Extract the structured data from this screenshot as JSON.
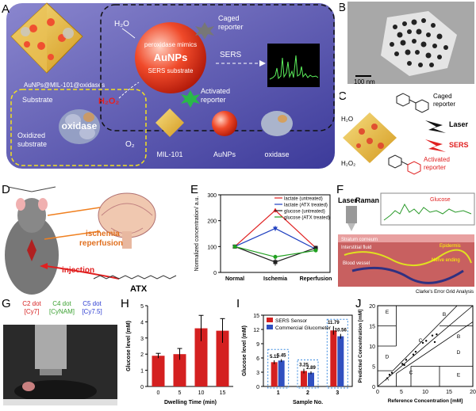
{
  "panel_letters": [
    "A",
    "B",
    "C",
    "D",
    "E",
    "F",
    "G",
    "H",
    "I",
    "J"
  ],
  "panelA": {
    "mof_label": "AuNPs@MIL-101@oxidases",
    "h2o": "H₂O",
    "peroxidase": "peroxidase mimics",
    "aunps": "AuNPs",
    "sers_substrate": "SERS substrate",
    "caged": "Caged\nreporter",
    "sers": "SERS",
    "activated": "Activated\nreporter",
    "h2o2": "H₂O₂",
    "substrate": "Substrate",
    "oxidase": "oxidase",
    "oxidized": "Oxidized\nsubstrate",
    "o2": "O₂",
    "legend": [
      "MIL-101",
      "AuNPs",
      "oxidase"
    ]
  },
  "panelB": {
    "scale": "100 nm"
  },
  "panelC": {
    "caged": "Caged\nreporter",
    "laser": "Laser",
    "sers": "SERS",
    "activated": "Activated\nreporter",
    "h2o": "H₂O",
    "h2o2": "H₂O₂"
  },
  "panelD": {
    "ischemia": "ischemia\nreperfusion",
    "injection": "injection",
    "atx": "ATX"
  },
  "panelF": {
    "laser": "Laser",
    "raman": "Raman",
    "glucose": "Glucose",
    "stratum": "Stratum corneum",
    "interstitial": "Interstitial fluid",
    "blood": "Blood vessel",
    "epidermis": "Epidermis",
    "nerve": "Nerve ending",
    "clarke": "Clarke's Error Grid Analysis"
  },
  "panelG": {
    "dots": [
      {
        "name": "C2 dot",
        "tag": "[Cy7]",
        "color": "#d62020"
      },
      {
        "name": "C4 dot",
        "tag": "[CyNAM]",
        "color": "#3aa030"
      },
      {
        "name": "C5 dot",
        "tag": "[Cy7.5]",
        "color": "#2a3ad0"
      }
    ]
  },
  "chart_data": [
    {
      "id": "E",
      "type": "line",
      "categories": [
        "Normal",
        "Ischemia",
        "Reperfusion"
      ],
      "ylabel": "Normalized concentration/ a.u.",
      "ylim": [
        0,
        300
      ],
      "yticks": [
        0,
        100,
        200,
        300
      ],
      "series": [
        {
          "name": "lactate (untreated)",
          "color": "#e02020",
          "marker": "triangle",
          "values": [
            100,
            240,
            95
          ]
        },
        {
          "name": "lactate (ATX treated)",
          "color": "#2040c0",
          "marker": "triangle-down",
          "values": [
            100,
            170,
            90
          ]
        },
        {
          "name": "glucose (untreated)",
          "color": "#202020",
          "marker": "square",
          "values": [
            100,
            40,
            95
          ]
        },
        {
          "name": "glucose (ATX treated)",
          "color": "#20a020",
          "marker": "circle",
          "values": [
            100,
            60,
            85
          ]
        }
      ],
      "errors": [
        [
          6,
          8,
          6
        ],
        [
          6,
          10,
          6
        ],
        [
          6,
          14,
          6
        ],
        [
          6,
          8,
          6
        ]
      ]
    },
    {
      "id": "H",
      "type": "bar",
      "categories": [
        "0",
        "5",
        "10",
        "15"
      ],
      "values": [
        1.9,
        2.0,
        3.6,
        3.45
      ],
      "errors": [
        0.15,
        0.35,
        0.8,
        0.75
      ],
      "xlabel": "Dwelling Time (min)",
      "ylabel": "Glucose level (mM)",
      "ylim": [
        0,
        5
      ],
      "yticks": [
        0,
        1,
        2,
        3,
        4,
        5
      ],
      "color": "#d42020"
    },
    {
      "id": "I",
      "type": "bar",
      "categories": [
        "1",
        "2",
        "3"
      ],
      "series": [
        {
          "name": "SERS Sensor",
          "color": "#d42020",
          "values": [
            5.11,
            3.25,
            11.79
          ]
        },
        {
          "name": "Commercial Glucometer",
          "color": "#3050c0",
          "values": [
            5.45,
            2.89,
            10.56
          ]
        }
      ],
      "errors": [
        [
          0.4,
          0.5,
          0.9
        ],
        [
          0.3,
          0.3,
          0.5
        ]
      ],
      "xlabel": "Sample No.",
      "ylabel": "Glucose level (mM)",
      "ylim": [
        0,
        15
      ],
      "yticks": [
        0,
        3,
        6,
        9,
        12,
        15
      ]
    },
    {
      "id": "J",
      "type": "scatter",
      "xlabel": "Reference Concentration [mM]",
      "ylabel": "Predicted Concentration [mM]",
      "xlim": [
        0,
        20
      ],
      "ylim": [
        0,
        20
      ],
      "xticks": [
        0,
        5,
        10,
        15,
        20
      ],
      "yticks": [
        0,
        5,
        10,
        15,
        20
      ],
      "zones": [
        "A",
        "B",
        "C",
        "D",
        "E"
      ],
      "points": [
        [
          2.5,
          2.9
        ],
        [
          3.0,
          3.4
        ],
        [
          5.2,
          5.6
        ],
        [
          5.6,
          5.3
        ],
        [
          6.0,
          6.6
        ],
        [
          7.5,
          7.9
        ],
        [
          8.0,
          8.6
        ],
        [
          9.5,
          10.8
        ],
        [
          10.2,
          11.3
        ],
        [
          11.5,
          12.6
        ],
        [
          12.0,
          11.0
        ],
        [
          12.4,
          12.9
        ]
      ]
    }
  ]
}
